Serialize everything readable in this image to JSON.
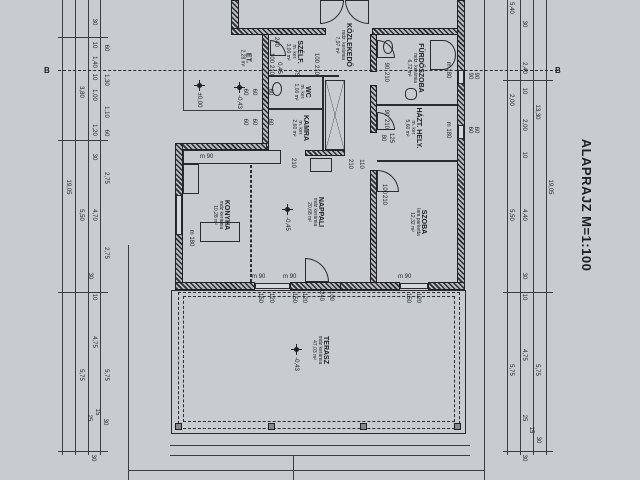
{
  "title": "ALAPRAJZ M=1:100",
  "section_marker": "B",
  "rooms": {
    "kozlekedo": {
      "name": "KÖZLEKEDŐ",
      "floor": "mdz. kerámia",
      "area": "7,97 m²"
    },
    "furdoszoba": {
      "name": "FÜRDŐSZOBA",
      "floor": "mdz. kerámia",
      "area": "6,72 m²"
    },
    "szelf": {
      "name": "SZÉLF.",
      "floor": "m. ker.",
      "area": "3,00 m²"
    },
    "et": {
      "name": "ET.",
      "area": "2,28 m²"
    },
    "wc": {
      "name": "WC",
      "floor": "m. ker.",
      "area": "1,00 m²"
    },
    "kamra": {
      "name": "KAMRA",
      "floor": "m. ker.",
      "area": "2,60 m²"
    },
    "haztartasi": {
      "name": "HÁZT. HELY.",
      "floor": "m. ker.",
      "area": "5,60 m²"
    },
    "nappali": {
      "name": "NAPPALI",
      "floor": "mdz kerámia",
      "area": "20,68 m²"
    },
    "konyha": {
      "name": "KONYHA",
      "floor": "mdz kerámia",
      "area": "10,28 m²"
    },
    "szoba": {
      "name": "SZOBA",
      "floor": "lam.parketta",
      "area": "12,32 m²"
    },
    "terasz": {
      "name": "TERASZ",
      "floor": "mdz kerámia",
      "area": "47,03 m²"
    }
  },
  "levels": {
    "entry": "±0,00",
    "et": "-0,43",
    "nappali": "-0,45",
    "terasz": "-0,43"
  },
  "door_dims": [
    "100",
    "210",
    "100",
    "210",
    "90",
    "210",
    "90",
    "210",
    "100",
    "210",
    "60",
    "60",
    "60",
    "60",
    "90",
    "90",
    "60",
    "60",
    "60",
    "60",
    "m 90",
    "m 90",
    "m 90",
    "m 90",
    "m 180",
    "m 180",
    "m 180",
    "240",
    "100",
    "150",
    "120",
    "150",
    "120",
    "150",
    "120",
    "210",
    "110",
    "125",
    "80",
    "75",
    "210",
    "240",
    "0,45"
  ],
  "dims_left": [
    "30",
    "60",
    "1,40",
    "10",
    "1,30",
    "1,00",
    "1,10",
    "10",
    "1,20",
    "60",
    "3,80",
    "30",
    "2,75",
    "4,70",
    "5,50",
    "2,75",
    "19,05",
    "30",
    "10",
    "4,75",
    "5,75",
    "5,75",
    "25",
    "15",
    "30",
    "30"
  ],
  "dims_right": [
    "5,40",
    "30",
    "2,40",
    "2,00",
    "10",
    "13,30",
    "2,00",
    "10",
    "5,50",
    "4,40",
    "19,05",
    "30",
    "10",
    "4,75",
    "5,75",
    "5,75",
    "25",
    "15",
    "30",
    "30"
  ]
}
